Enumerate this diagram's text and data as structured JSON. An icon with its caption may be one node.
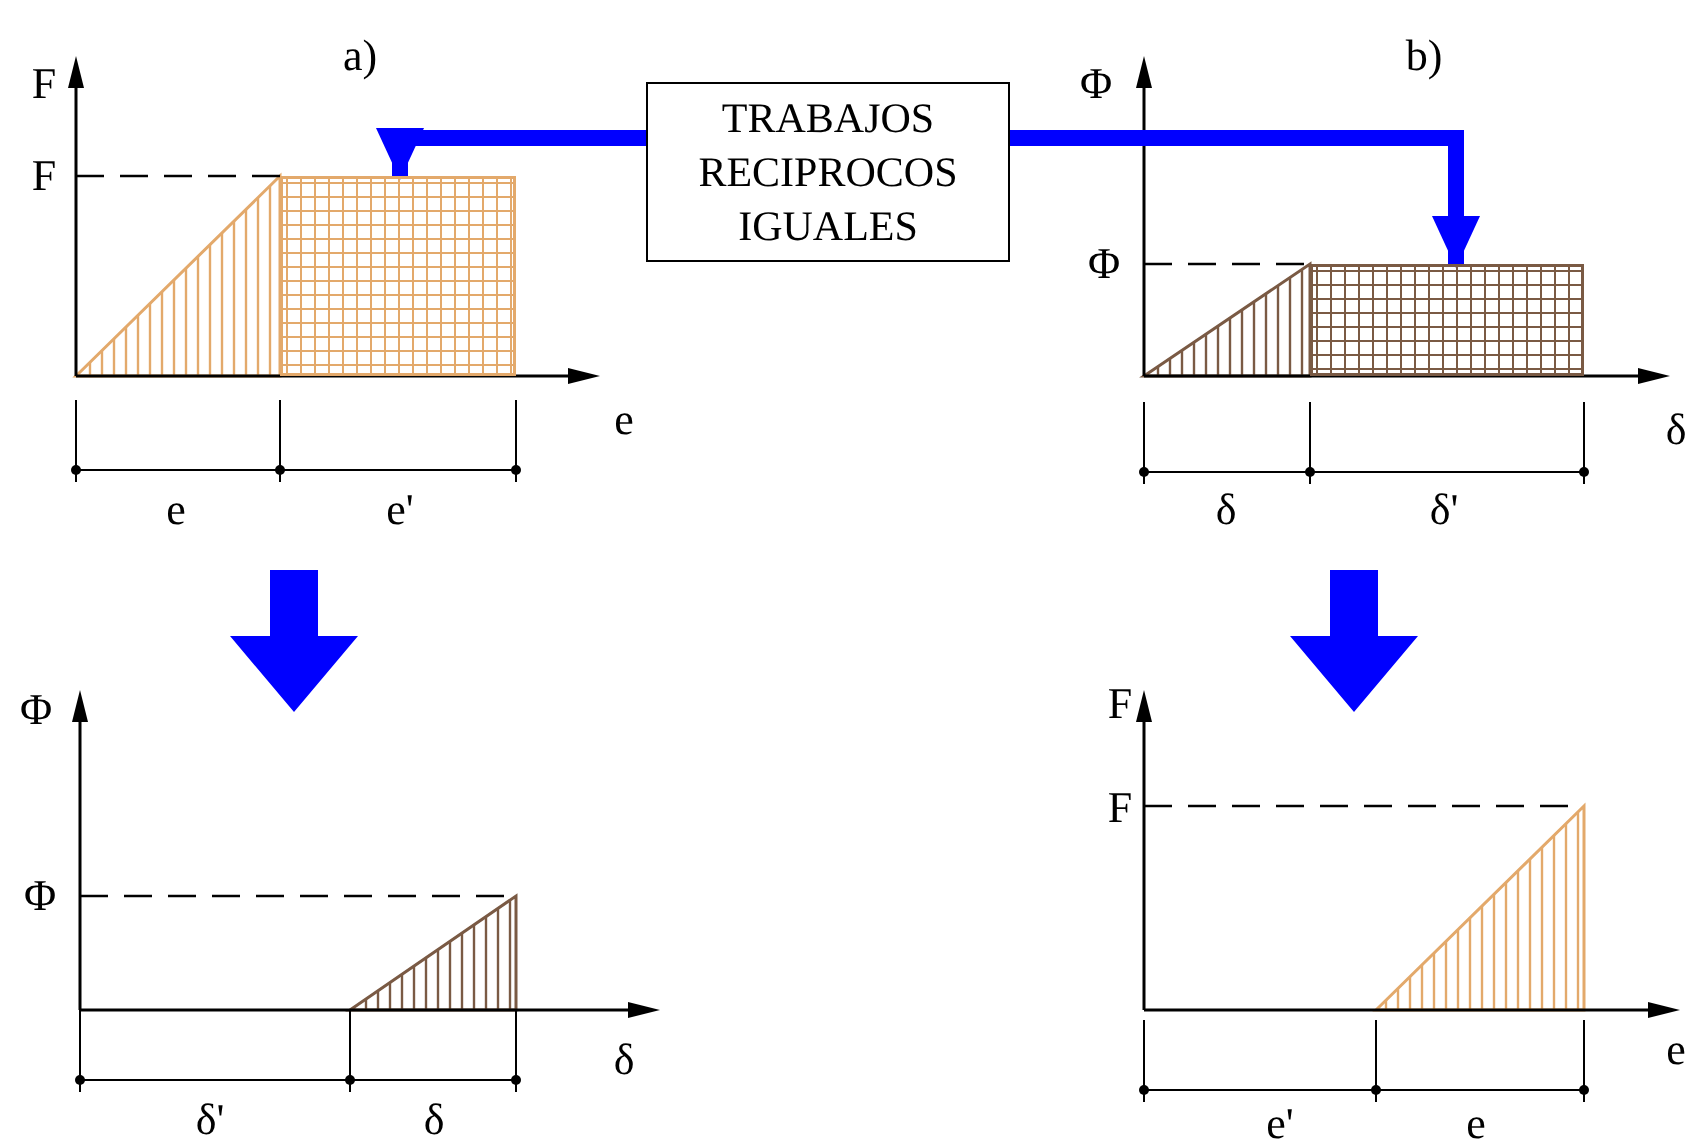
{
  "diagram": {
    "nodes": [
      {
        "text": [
          "TRABAJOS RECIPROCOS IGUALES"
        ]
      },
      {
        "text": [],
        "shape": "box"
      },
      {
        "text": [],
        "shape": "box"
      }
    ],
    "edges": [
      {
        "from": 0,
        "to": 1,
        "arrow": "to"
      },
      {
        "from": 0,
        "to": 2,
        "arrow": "to"
      }
    ],
    "labels": [
      "a)",
      "F",
      "F",
      "e",
      "e",
      "e'",
      "b)",
      "Φ",
      "Φ",
      "δ",
      "δ",
      "δ'",
      "Φ",
      "Φ",
      "δ",
      "δ'",
      "δ",
      "F",
      "F",
      "e",
      "e'",
      "e"
    ]
  }
}
